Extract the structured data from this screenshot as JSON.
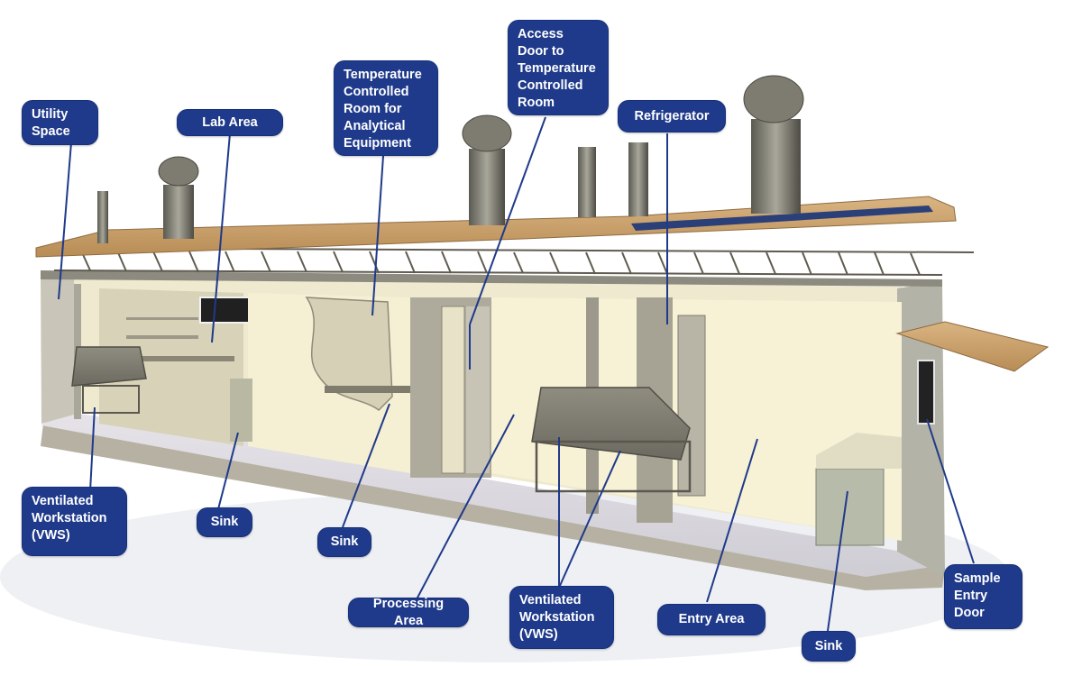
{
  "labels": {
    "utility_space": "Utility\nSpace",
    "lab_area": "Lab Area",
    "temp_room": "Temperature\nControlled\nRoom for\nAnalytical\nEquipment",
    "access_door": "Access\nDoor to\nTemperature\nControlled\nRoom",
    "refrigerator": "Refrigerator",
    "vws_left": "Ventilated\nWorkstation\n(VWS)",
    "sink_1": "Sink",
    "sink_2": "Sink",
    "processing_area": "Processing Area",
    "vws_center": "Ventilated\nWorkstation\n(VWS)",
    "entry_area": "Entry Area",
    "sink_3": "Sink",
    "sample_entry_door": "Sample\nEntry\nDoor"
  },
  "colors": {
    "callout_fill": "#1f3a8a",
    "callout_text": "#ffffff",
    "leader_line": "#1f3a8a",
    "roof": "#c9a06a",
    "wall_interior": "#f4efd6",
    "wall_exterior": "#b9b7ab",
    "floor": "#d8d6db",
    "metal": "#8a8778"
  }
}
